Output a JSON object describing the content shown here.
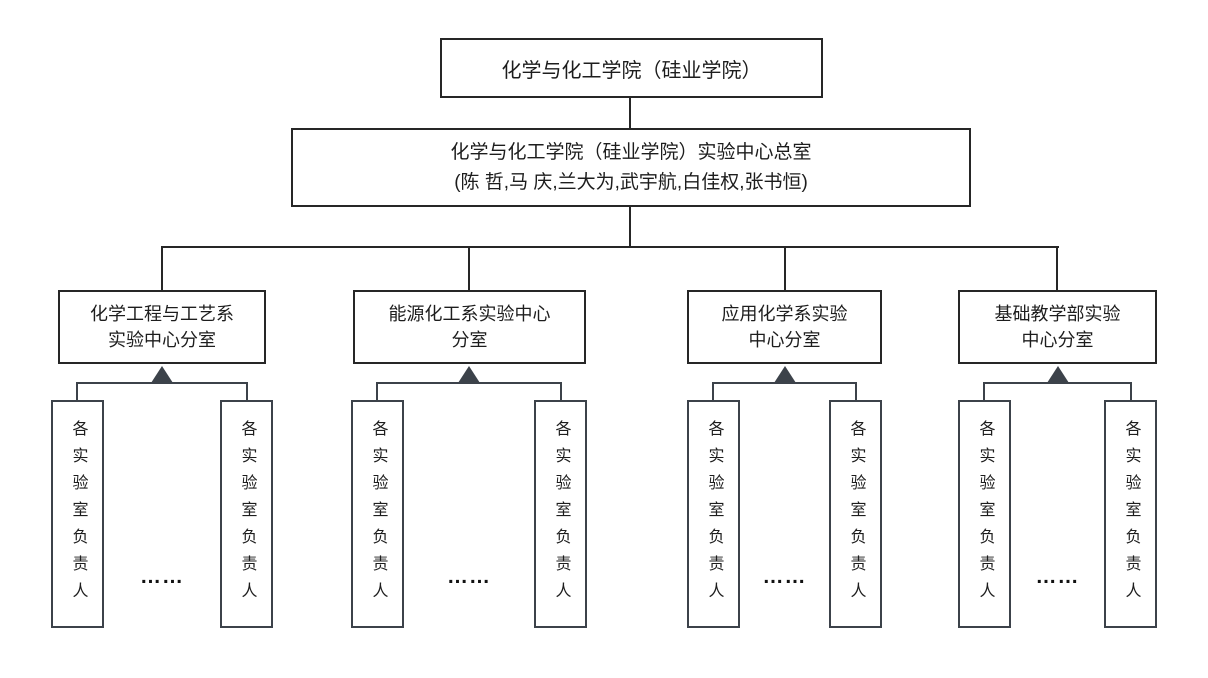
{
  "colors": {
    "background": "#ffffff",
    "border_primary": "#262626",
    "border_secondary": "#3c424a",
    "text": "#1d1d1d",
    "ellipsis": "#111111"
  },
  "chart": {
    "root": {
      "label": "化学与化工学院（硅业学院）"
    },
    "office": {
      "title": "化学与化工学院（硅业学院）实验中心总室",
      "members": "(陈 哲,马 庆,兰大为,武宇航,白佳权,张书恒)"
    },
    "branches": [
      {
        "name_line1": "化学工程与工艺系",
        "name_line2": "实验中心分室",
        "leaf_left": "各实验室负责人",
        "leaf_right": "各实验室负责人",
        "ellipsis": "……"
      },
      {
        "name_line1": "能源化工系实验中心",
        "name_line2": "分室",
        "leaf_left": "各实验室负责人",
        "leaf_right": "各实验室负责人",
        "ellipsis": "……"
      },
      {
        "name_line1": "应用化学系实验",
        "name_line2": "中心分室",
        "leaf_left": "各实验室负责人",
        "leaf_right": "各实验室负责人",
        "ellipsis": "……"
      },
      {
        "name_line1": "基础教学部实验",
        "name_line2": "中心分室",
        "leaf_left": "各实验室负责人",
        "leaf_right": "各实验室负责人",
        "ellipsis": "……"
      }
    ]
  }
}
